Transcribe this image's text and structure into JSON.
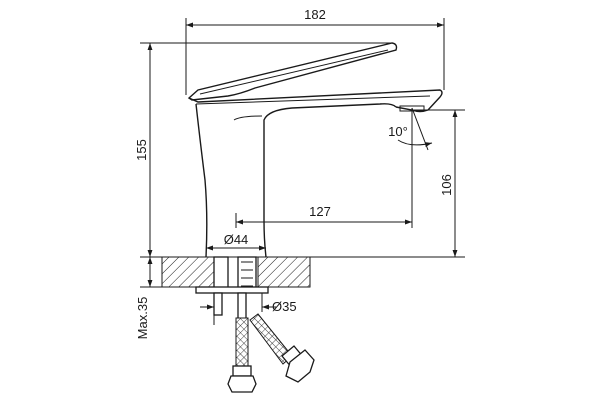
{
  "drawing": {
    "dimensions": {
      "overall_width": "182",
      "overall_height": "155",
      "spout_height": "106",
      "spout_reach": "127",
      "base_diameter": "Ø44",
      "shank_diameter": "Ø35",
      "angle": "10°",
      "max_deck": "Max.35"
    }
  }
}
